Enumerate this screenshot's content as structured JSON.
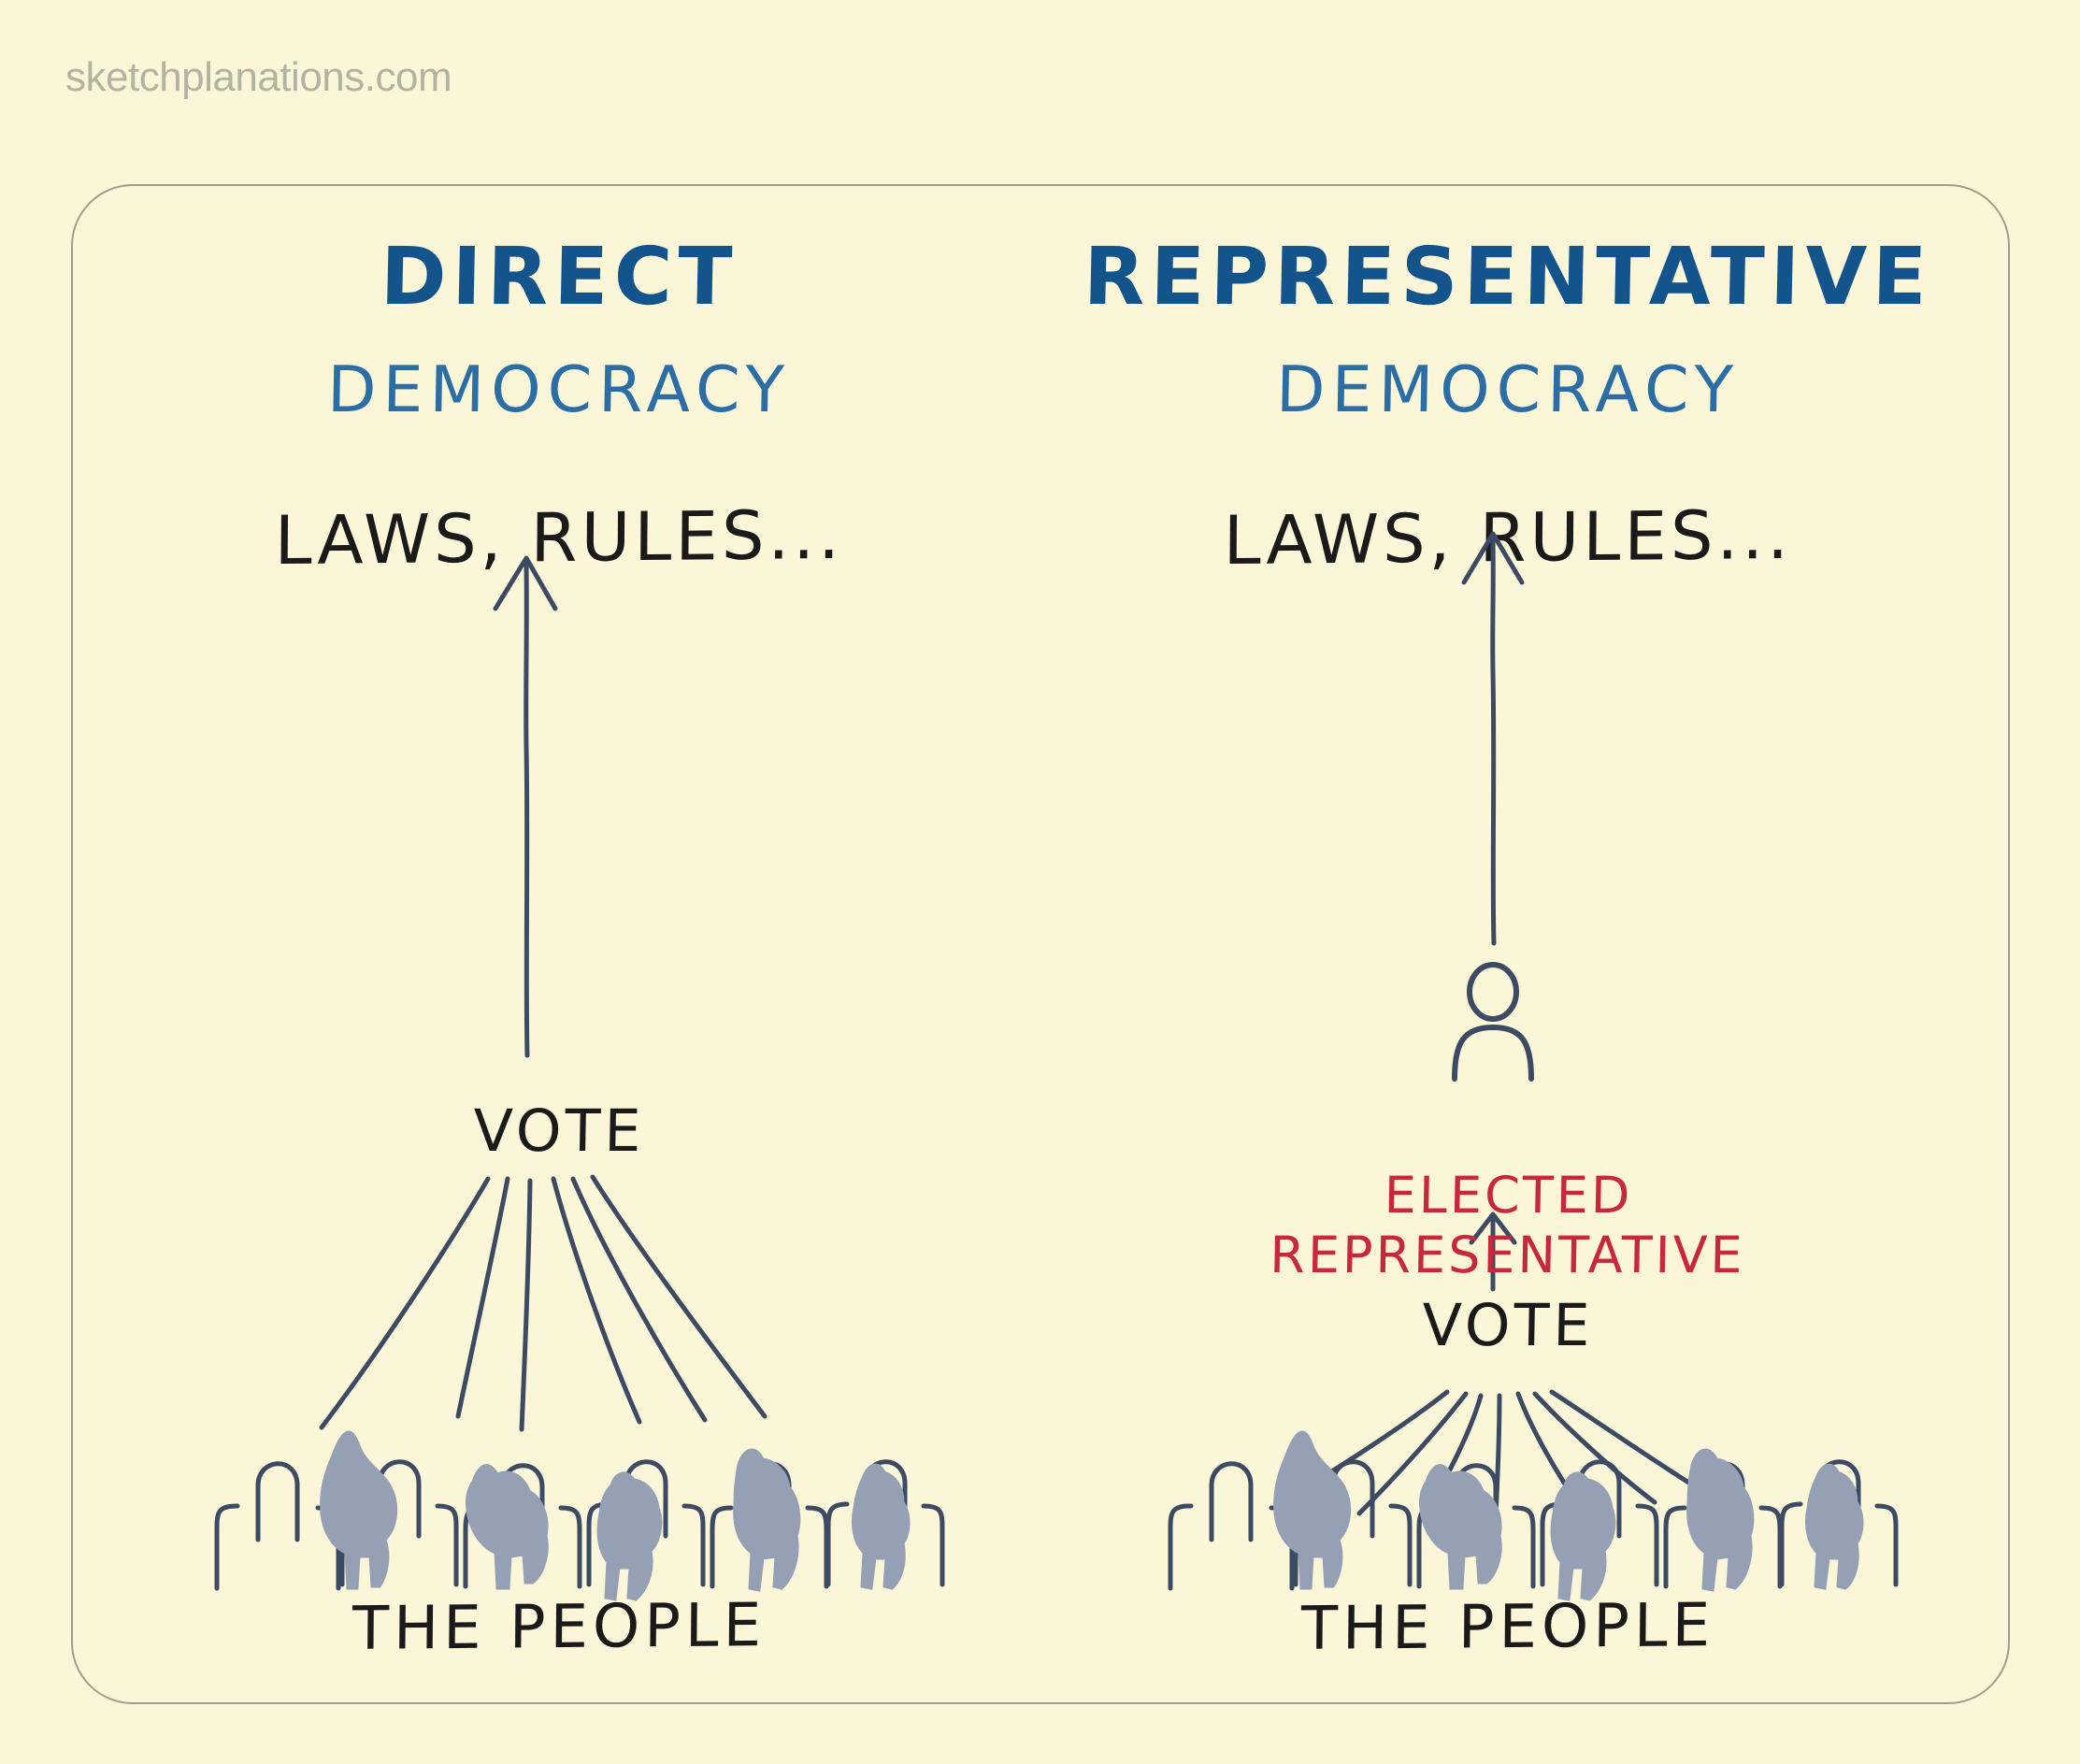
{
  "watermark": "sketchplanations.com",
  "colors": {
    "background": "#faf6d7",
    "card_border": "#a39c8c",
    "title_blue": "#14548c",
    "subtitle_blue": "#2a6ea5",
    "ink_black": "#1a1a1a",
    "accent_red": "#c8283c",
    "figure_outline": "#3c4a63",
    "figure_fill": "#95a0b4",
    "watermark_gray": "#b4b2a3"
  },
  "columns": [
    {
      "id": "direct",
      "title": "DIRECT",
      "subtitle": "DEMOCRACY",
      "laws": "LAWS, RULES...",
      "vote": "VOTE",
      "people": "THE PEOPLE",
      "elected": null,
      "icons": {
        "arrow": "up-arrow-icon",
        "crowd": "crowd-icon",
        "rays": "vote-rays-icon"
      }
    },
    {
      "id": "representative",
      "title": "REPRESENTATIVE",
      "subtitle": "DEMOCRACY",
      "laws": "LAWS, RULES...",
      "vote": "VOTE",
      "people": "THE PEOPLE",
      "elected": "ELECTED\nREPRESENTATIVE",
      "elected_line1": "ELECTED",
      "elected_line2": "REPRESENTATIVE",
      "icons": {
        "arrow": "up-arrow-icon",
        "person": "person-icon",
        "crowd": "crowd-icon",
        "rays": "vote-rays-icon"
      }
    }
  ]
}
